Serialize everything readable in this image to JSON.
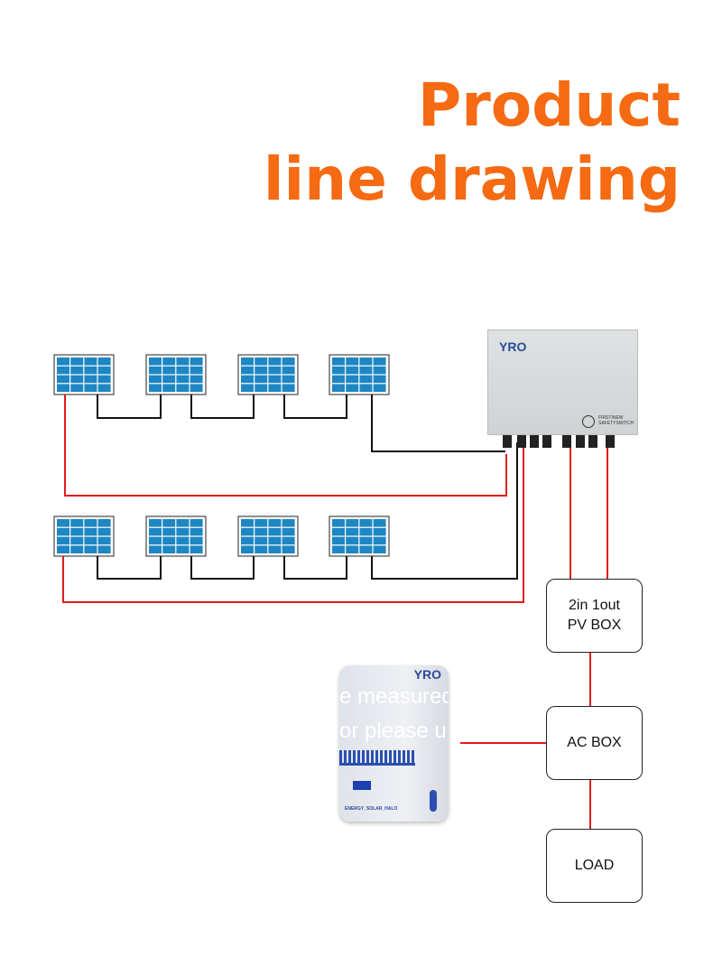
{
  "title": {
    "line1": "Product",
    "line2": "line drawing",
    "color": "#f56a12"
  },
  "combiner": {
    "brand": "YRO",
    "switch_label": "FIRST/NEW SAFETYSWITCH"
  },
  "battery": {
    "brand": "YRO",
    "overlay_line1": "e measured",
    "overlay_line2": "or please u",
    "model_text": "ENERGY_SOLAR_HALO"
  },
  "boxes": {
    "pv_box_line1": "2in 1out",
    "pv_box_line2": "PV BOX",
    "ac_box": "AC BOX",
    "load": "LOAD"
  },
  "colors": {
    "dc_positive": "#e01b1b",
    "dc_negative": "#111111",
    "panel": "#1e86c3"
  }
}
